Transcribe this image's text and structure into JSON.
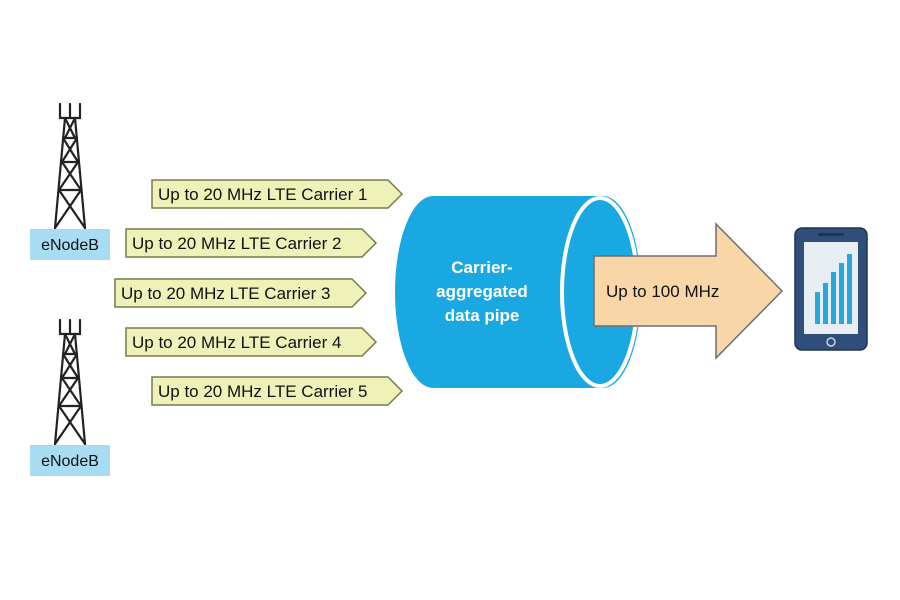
{
  "towers": [
    {
      "label": "eNodeB"
    },
    {
      "label": "eNodeB"
    }
  ],
  "carriers": [
    {
      "label": "Up to 20 MHz LTE Carrier 1"
    },
    {
      "label": "Up to 20 MHz LTE Carrier 2"
    },
    {
      "label": "Up to 20 MHz LTE Carrier 3"
    },
    {
      "label": "Up to 20 MHz LTE Carrier 4"
    },
    {
      "label": "Up to 20 MHz LTE Carrier 5"
    }
  ],
  "pipe": {
    "line1": "Carrier-",
    "line2": "aggregated",
    "line3": "data pipe"
  },
  "output": {
    "label": "Up to 100 MHz"
  },
  "colors": {
    "carrier_fill": "#eef2b8",
    "carrier_stroke": "#7a7a4a",
    "enodeb_fill": "#a7dcf2",
    "pipe_fill": "#1aa8e2",
    "pipe_rim": "#ffffff",
    "output_fill": "#f9d6a8",
    "output_stroke": "#6f6f6f",
    "phone_body": "#2f4f7a",
    "phone_screen": "#e8eef4",
    "phone_bars": "#2aa6e0",
    "tower": "#222222"
  },
  "icons": {
    "tower": "cell-tower-icon",
    "phone": "smartphone-icon"
  }
}
